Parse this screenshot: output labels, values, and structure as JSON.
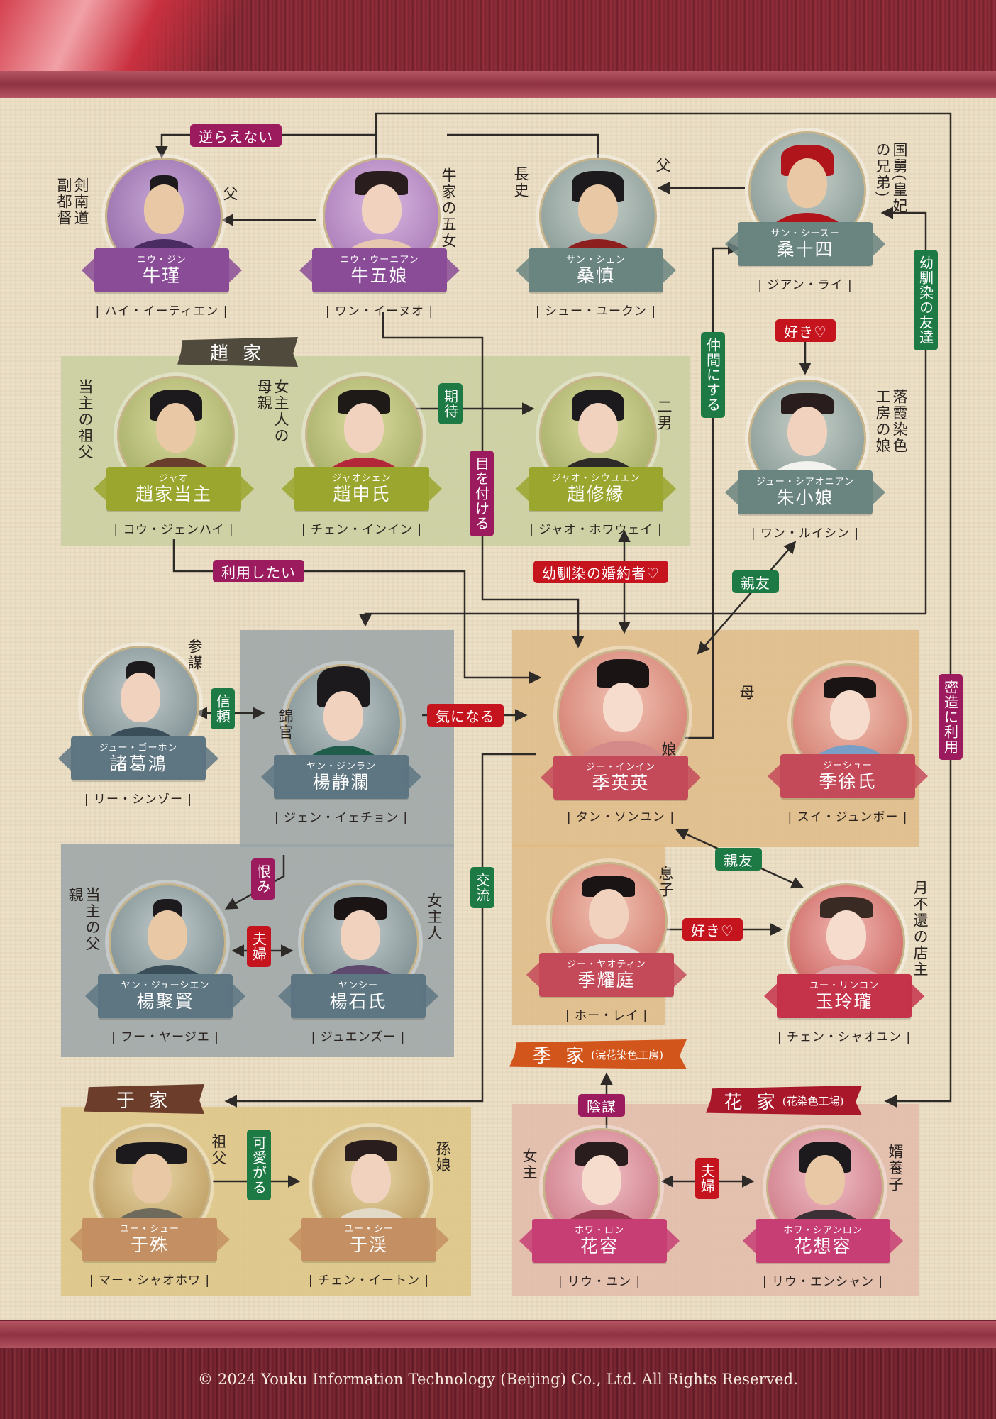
{
  "colors": {
    "magenta": "#9b1b5e",
    "green": "#1d7a45",
    "red": "#c5141e",
    "line": "#2e2a28"
  },
  "families": {
    "zhao": "趙 家",
    "ji": "季 家",
    "ji_sub": "(浣花染色工房)",
    "hua": "花 家",
    "hua_sub": "(花染色工場)",
    "yu": "于 家"
  },
  "characters": [
    {
      "id": "niu-jin",
      "ruby": "ニウ・ジン",
      "name": "牛瑾",
      "actor": "| ハイ・イーティエン |",
      "note": "剣南道 副都督",
      "note2": "父"
    },
    {
      "id": "niu-wuniang",
      "ruby": "ニウ・ウーニアン",
      "name": "牛五娘",
      "actor": "| ワン・イーヌオ |",
      "note": "牛家の五女"
    },
    {
      "id": "sang-shen",
      "ruby": "サン・シェン",
      "name": "桑慎",
      "actor": "| シュー・ユークン |",
      "note": "長史",
      "note2": "父"
    },
    {
      "id": "sang-shisi",
      "ruby": "サン・シースー",
      "name": "桑十四",
      "actor": "| ジアン・ライ |",
      "note": "国舅(皇妃の兄弟)"
    },
    {
      "id": "zhao-head",
      "ruby": "ジャオ",
      "name": "趙家当主",
      "actor": "| コウ・ジェンハイ |",
      "note": "当主の祖父"
    },
    {
      "id": "zhao-shen",
      "ruby": "ジャオシェン",
      "name": "趙申氏",
      "actor": "| チェン・インイン |",
      "note": "女主人の母親"
    },
    {
      "id": "zhao-xiuyuan",
      "ruby": "ジャオ・シウユエン",
      "name": "趙修縁",
      "actor": "| ジャオ・ホワウェイ |",
      "note": "二男"
    },
    {
      "id": "zhu-xiaoniang",
      "ruby": "ジュー・シアオニアン",
      "name": "朱小娘",
      "actor": "| ワン・ルイシン |",
      "note": "落霞染色工房の娘"
    },
    {
      "id": "zhuge-hong",
      "ruby": "ジュー・ゴーホン",
      "name": "諸葛鴻",
      "actor": "| リー・シンゾー |",
      "note": "参謀"
    },
    {
      "id": "yang-jinglan",
      "ruby": "ヤン・ジンラン",
      "name": "楊静瀾",
      "actor": "| ジェン・イェチョン |",
      "note": "錦官"
    },
    {
      "id": "ji-yingying",
      "ruby": "ジー・インイン",
      "name": "季英英",
      "actor": "| タン・ソンユン |",
      "note": "娘"
    },
    {
      "id": "ji-xu",
      "ruby": "ジーシュー",
      "name": "季徐氏",
      "actor": "| スイ・ジュンボー |",
      "note": "母"
    },
    {
      "id": "yang-juxian",
      "ruby": "ヤン・ジューシエン",
      "name": "楊聚賢",
      "actor": "| フー・ヤージエ |",
      "note": "当主の父親"
    },
    {
      "id": "yang-shi",
      "ruby": "ヤンシー",
      "name": "楊石氏",
      "actor": "| ジュエンズー |",
      "note": "女主人"
    },
    {
      "id": "ji-yaoting",
      "ruby": "ジー・ヤオティン",
      "name": "季耀庭",
      "actor": "| ホー・レイ |",
      "note": "息子"
    },
    {
      "id": "yu-linglong",
      "ruby": "ユー・リンロン",
      "name": "玉玲瓏",
      "actor": "| チェン・シャオユン |",
      "note": "月不還の店主"
    },
    {
      "id": "yu-shu",
      "ruby": "ユー・シュー",
      "name": "于殊",
      "actor": "| マー・シャオホワ |",
      "note": "祖父"
    },
    {
      "id": "yu-xi",
      "ruby": "ユー・シー",
      "name": "于渓",
      "actor": "| チェン・イートン |",
      "note": "孫娘"
    },
    {
      "id": "hua-rong",
      "ruby": "ホワ・ロン",
      "name": "花容",
      "actor": "| リウ・ユン |",
      "note": "女主"
    },
    {
      "id": "hua-xiangrong",
      "ruby": "ホワ・シアンロン",
      "name": "花想容",
      "actor": "| リウ・エンシャン |",
      "note": "婿養子"
    }
  ],
  "relations": {
    "sakaraenai": "逆らえない",
    "kitai": "期待",
    "mewotsukeru": "目を付ける",
    "nakama": "仲間にする",
    "suki1": "好き♡",
    "osananajimi_tomo": "幼馴染の友達",
    "riyou_shitai": "利用したい",
    "fiance": "幼馴染の婚約者♡",
    "shinyu1": "親友",
    "shinrai": "信頼",
    "kininaru": "気になる",
    "mitsuzou": "密造に利用",
    "shinyu2": "親友",
    "urami": "恨み",
    "fufu1": "夫婦",
    "kouryu": "交流",
    "suki2": "好き♡",
    "inbou": "陰謀",
    "kawaigaru": "可愛がる",
    "fufu2": "夫婦"
  },
  "copyright": "© 2024 Youku Information Technology (Beijing) Co., Ltd. All Rights Reserved."
}
